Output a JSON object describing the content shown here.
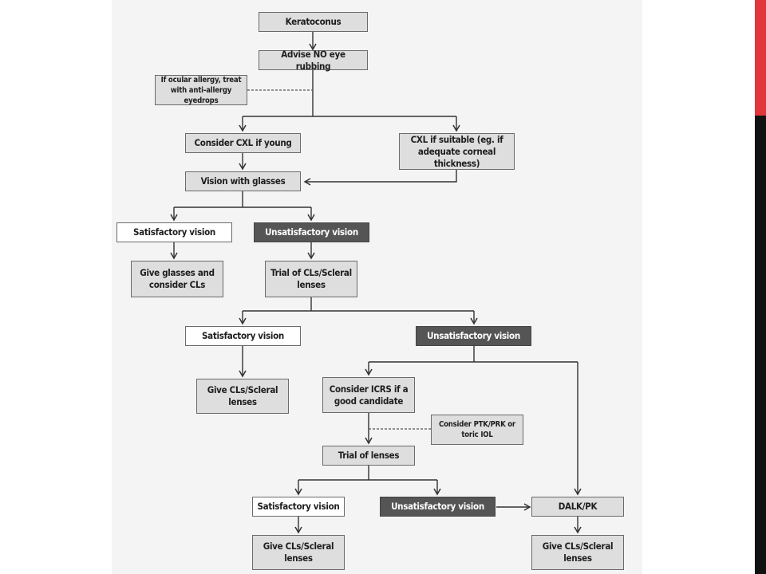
{
  "colors": {
    "accent_red": "#e1363a",
    "accent_black": "#111111",
    "diagram_bg": "#f4f4f4"
  },
  "flowchart": {
    "keratoconus": "Keratoconus",
    "no_rubbing": "Advise NO eye rubbing",
    "allergy": "If ocular allergy, treat with anti-allergy eyedrops",
    "cxl_young": "Consider CXL if young",
    "cxl_suitable": "CXL if suitable (eg. if adequate corneal thickness)",
    "vision_glasses": "Vision with glasses",
    "sat1": "Satisfactory vision",
    "unsat1": "Unsatisfactory vision",
    "glasses_cls": "Give glasses and consider CLs",
    "trial_cls": "Trial of CLs/Scleral lenses",
    "sat2": "Satisfactory vision",
    "unsat2": "Unsatisfactory vision",
    "give_cls_1": "Give CLs/Scleral lenses",
    "icrs": "Consider ICRS if a good candidate",
    "ptk": "Consider PTK/PRK or toric IOL",
    "trial_lenses": "Trial of lenses",
    "sat3": "Satisfactory vision",
    "unsat3": "Unsatisfactory vision",
    "dalk": "DALK/PK",
    "give_cls_2": "Give CLs/Scleral lenses",
    "give_cls_3": "Give CLs/Scleral lenses"
  }
}
